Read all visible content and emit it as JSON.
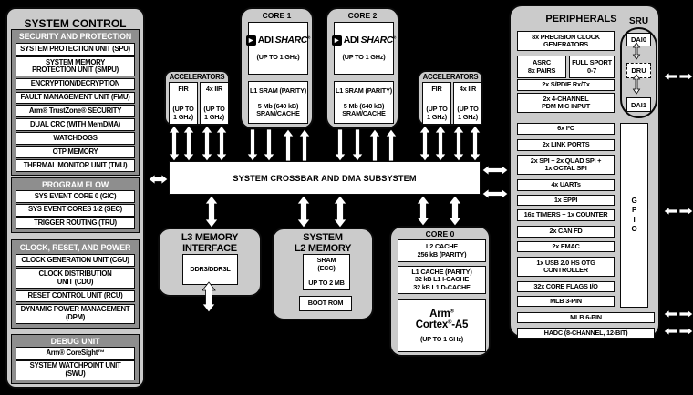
{
  "colors": {
    "background": "#000000",
    "box_gray": "#cbcbcb",
    "section_gray": "#8e8e8e",
    "box_white": "#ffffff",
    "border": "#0a0a0a",
    "header_text": "#ffffff",
    "text": "#000000",
    "arrow": "#ffffff"
  },
  "system_control": {
    "title": "SYSTEM CONTROL",
    "sections": [
      {
        "title": "SECURITY AND PROTECTION",
        "items": [
          "SYSTEM PROTECTION UNIT (SPU)",
          "SYSTEM MEMORY\nPROTECTION UNIT (SMPU)",
          "ENCRYPTION/DECRYPTION",
          "FAULT MANAGEMENT UNIT (FMU)",
          "Arm® TrustZone® SECURITY",
          "DUAL CRC (WITH MemDMA)",
          "WATCHDOGS",
          "OTP MEMORY",
          "THERMAL MONITOR UNIT (TMU)"
        ]
      },
      {
        "title": "PROGRAM FLOW",
        "items": [
          "SYS EVENT CORE 0 (GIC)",
          "SYS EVENT CORES 1-2 (SEC)",
          "TRIGGER ROUTING (TRU)"
        ]
      },
      {
        "title": "CLOCK, RESET, AND POWER",
        "items": [
          "CLOCK GENERATION UNIT (CGU)",
          "CLOCK DISTRIBUTION\nUNIT (CDU)",
          "RESET CONTROL UNIT (RCU)",
          "DYNAMIC POWER MANAGEMENT\n(DPM)"
        ]
      },
      {
        "title": "DEBUG UNIT",
        "items": [
          "Arm® CoreSight™",
          "SYSTEM WATCHPOINT UNIT\n(SWU)"
        ]
      }
    ]
  },
  "accelerators": {
    "title": "ACCELERATORS",
    "units": [
      {
        "name": "FIR",
        "speed": "(UP TO\n1 GHz)"
      },
      {
        "name": "4x IIR",
        "speed": "(UP TO\n1 GHz)"
      }
    ]
  },
  "core1": {
    "title": "CORE 1",
    "brand_adi": "ADI",
    "brand_sharc": "SHARC",
    "brand_reg": "®",
    "speed": "(UP TO 1 GHz)",
    "l1": "L1 SRAM (PARITY)\n\n5 Mb (640 kB)\nSRAM/CACHE"
  },
  "core2": {
    "title": "CORE 2",
    "brand_adi": "ADI",
    "brand_sharc": "SHARC",
    "brand_reg": "®",
    "speed": "(UP TO 1 GHz)",
    "l1": "L1 SRAM (PARITY)\n\n5 Mb (640 kB)\nSRAM/CACHE"
  },
  "crossbar": {
    "label": "SYSTEM CROSSBAR AND DMA SUBSYSTEM"
  },
  "l3_memory": {
    "title": "L3 MEMORY\nINTERFACE",
    "block": "DDR3/DDR3L"
  },
  "l2_memory": {
    "title": "SYSTEM\nL2 MEMORY",
    "sram": "SRAM\n(ECC)\n\nUP TO 2 MB",
    "boot_rom": "BOOT ROM"
  },
  "core0": {
    "title": "CORE 0",
    "l2_cache": "L2 CACHE\n256 kB (PARITY)",
    "l1_cache": "L1 CACHE (PARITY)\n32 kB L1 I-CACHE\n32 kB L1 D-CACHE",
    "cpu_name": "Arm",
    "cpu_name_reg": "®",
    "cpu_model_pre": "Cortex",
    "cpu_model_reg": "®",
    "cpu_model_post": "-A5",
    "speed": "(UP TO 1 GHz)"
  },
  "peripherals": {
    "title": "PERIPHERALS",
    "items": [
      "8x PRECISION CLOCK\nGENERATORS",
      "2x S/PDIF Rx/Tx",
      "2x 4-CHANNEL\nPDM MIC INPUT",
      "6x I²C",
      "2x LINK PORTS",
      "2x SPI + 2x QUAD SPI +\n1x OCTAL SPI",
      "4x UARTs",
      "1x EPPI",
      "16x TIMERS + 1x COUNTER",
      "2x CAN FD",
      "2x EMAC",
      "1x USB 2.0 HS OTG\nCONTROLLER",
      "32x CORE FLAGS I/O",
      "MLB 3-PIN",
      "MLB 6-PIN",
      "HADC (8-CHANNEL, 12-BIT)"
    ],
    "asrc": "ASRC\n8x PAIRS",
    "full_sport": "FULL SPORT\n0-7",
    "gpio": "GPIO"
  },
  "sru": {
    "title": "SRU",
    "nodes": [
      "DAI0",
      "DRU",
      "DAI1"
    ]
  }
}
